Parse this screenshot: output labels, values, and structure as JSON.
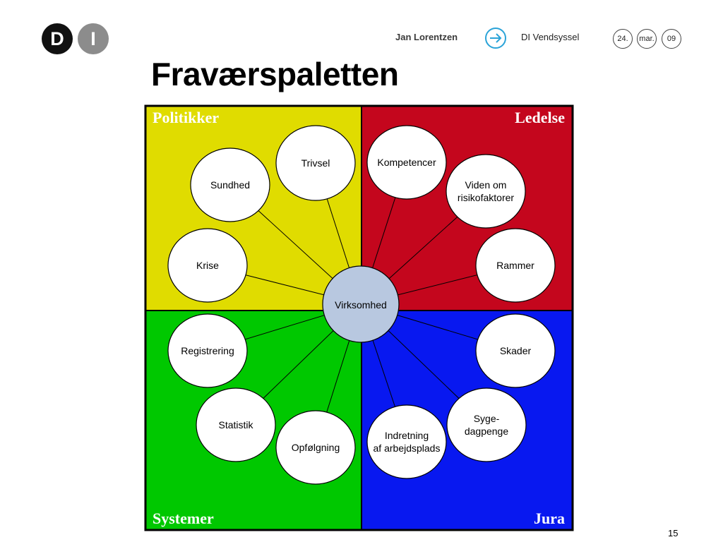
{
  "header": {
    "logo_letters": [
      "D",
      "I"
    ],
    "author": "Jan  Lorentzen",
    "organization": "DI Vendsyssel",
    "date_parts": [
      "24.",
      "mar.",
      "09"
    ]
  },
  "title": "Fraværspaletten",
  "quadrants": [
    {
      "label": "Politikker",
      "color": "#E0DC00"
    },
    {
      "label": "Ledelse",
      "color": "#C4061D"
    },
    {
      "label": "Systemer",
      "color": "#00C800"
    },
    {
      "label": "Jura",
      "color": "#0818F0"
    }
  ],
  "center": {
    "label": "Virksomhed",
    "color": "#B8C8E0"
  },
  "nodes": [
    {
      "lines": [
        "Trivsel"
      ]
    },
    {
      "lines": [
        "Sundhed"
      ]
    },
    {
      "lines": [
        "Krise"
      ]
    },
    {
      "lines": [
        "Kompetencer"
      ]
    },
    {
      "lines": [
        "Viden om",
        "risikofaktorer"
      ]
    },
    {
      "lines": [
        "Rammer"
      ]
    },
    {
      "lines": [
        "Registrering"
      ]
    },
    {
      "lines": [
        "Statistik"
      ]
    },
    {
      "lines": [
        "Opfølgning"
      ]
    },
    {
      "lines": [
        "Skader"
      ]
    },
    {
      "lines": [
        "Syge-",
        "dagpenge"
      ]
    },
    {
      "lines": [
        "Indretning",
        "af arbejdsplads"
      ]
    }
  ],
  "page_number": "15"
}
